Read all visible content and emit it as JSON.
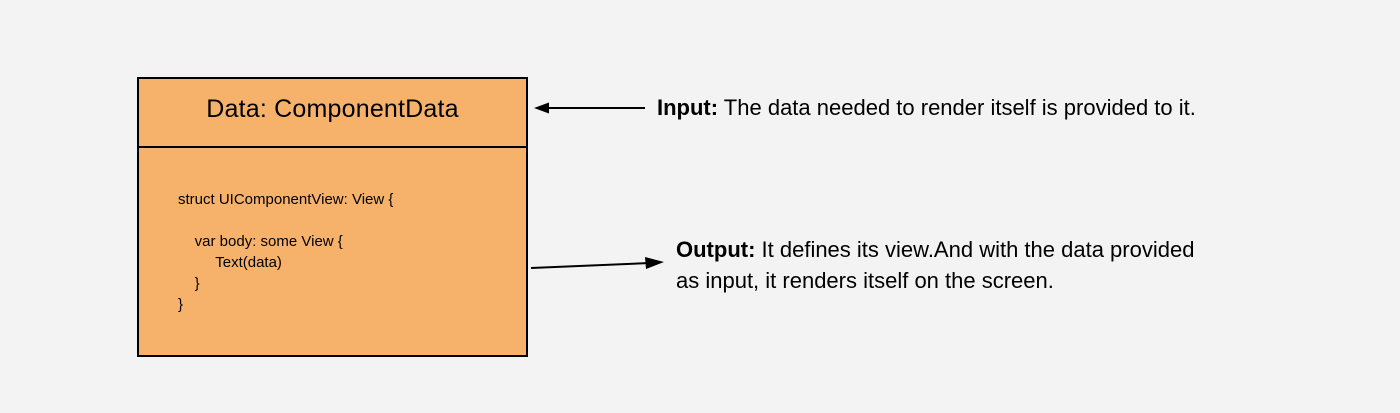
{
  "canvas": {
    "background_color": "#f3f3f3"
  },
  "component_box": {
    "fill_color": "#f6b26b",
    "border_color": "#000000",
    "header_title": "Data: ComponentData",
    "code_lines": [
      "struct UIComponentView: View {",
      "",
      "    var body: some View {",
      "         Text(data)",
      "    }",
      "}"
    ]
  },
  "annotations": {
    "input": {
      "label": "Input:",
      "text": " The data needed to render itself is provided to it."
    },
    "output": {
      "label": "Output:",
      "line1": " It defines its view.And with the data provided",
      "line2": "as input, it renders itself on the screen."
    }
  },
  "arrows": {
    "input_arrow_direction": "left-toward-box",
    "output_arrow_direction": "right-away-from-box",
    "color": "#000000"
  }
}
